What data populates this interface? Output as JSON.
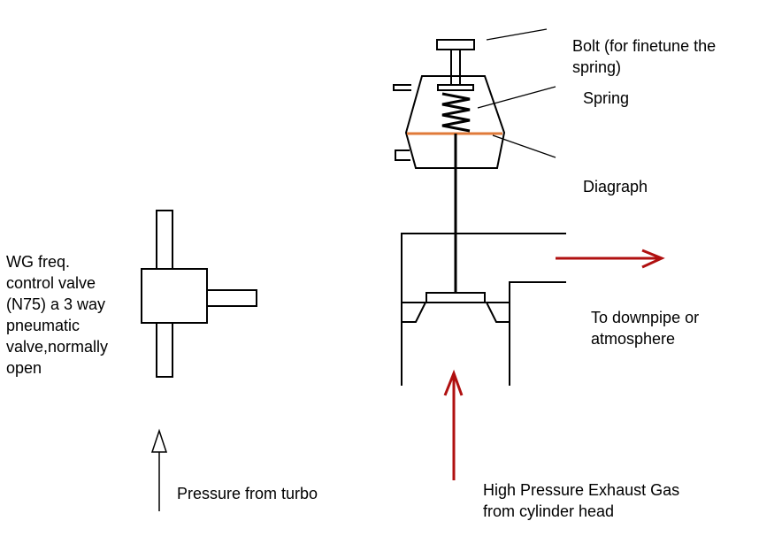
{
  "labels": {
    "bolt": "Bolt (for finetune the\nspring)",
    "spring": "Spring",
    "diagraph": "Diagraph",
    "wg_valve": "WG freq.\ncontrol valve\n(N75) a 3 way\npneumatic\nvalve,normally\nopen",
    "downpipe": "To downpipe or\natmosphere",
    "pressure_turbo": "Pressure from turbo",
    "exhaust_gas": "High Pressure Exhaust Gas\nfrom cylinder head"
  },
  "colors": {
    "line": "#000000",
    "flow_arrow": "#b01010",
    "diaphragm": "#e07a3a"
  }
}
